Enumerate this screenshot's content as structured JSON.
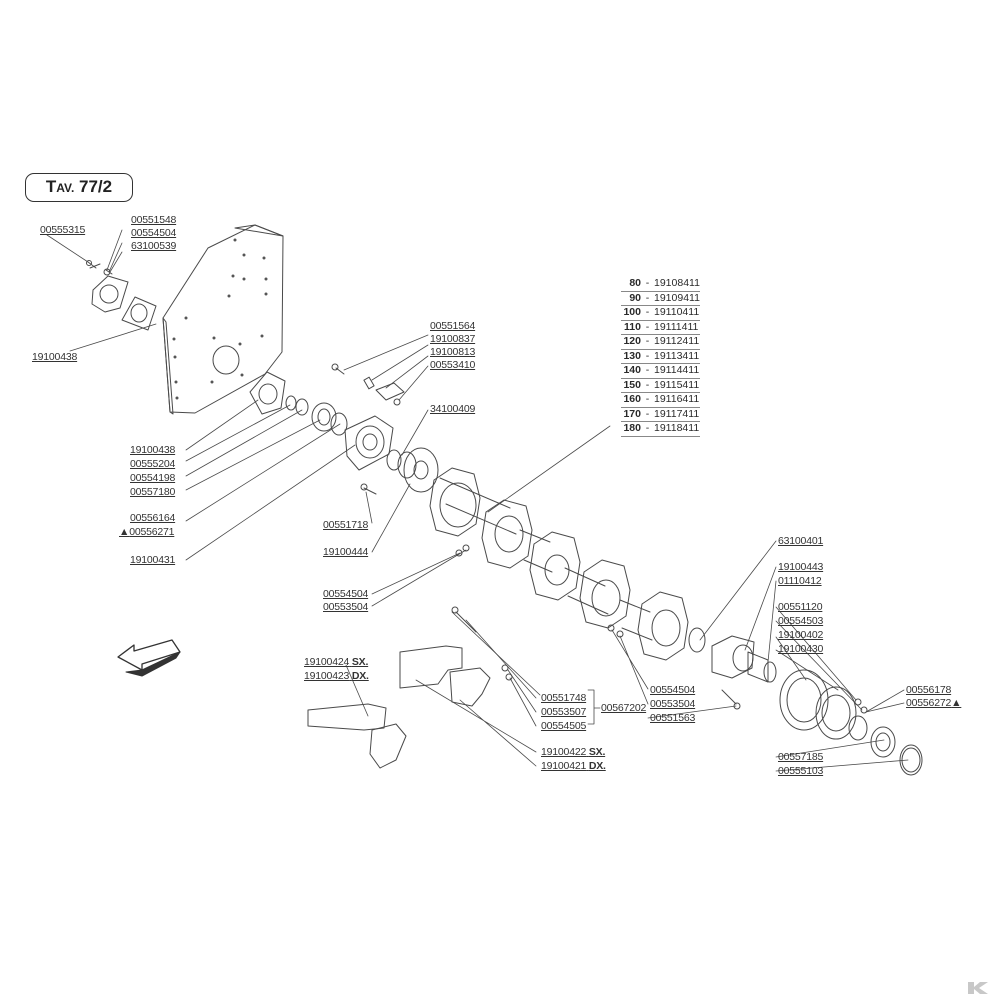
{
  "title": {
    "prefix": "T",
    "small": "AV.",
    "number": "77/2"
  },
  "left_labels": {
    "a": "00555315",
    "b1": "00551548",
    "b2": "00554504",
    "b3": "63100539",
    "plate": "19100438",
    "c1": "19100438",
    "c2": "00555204",
    "c3": "00554198",
    "c4": "00557180",
    "c5": "00556164",
    "c6": "00556271",
    "c7": "19100431"
  },
  "top_mid_labels": [
    "00551564",
    "19100837",
    "19100813",
    "00553410"
  ],
  "flange_label": "34100409",
  "mid_labels": {
    "bolt": "00551718",
    "flange": "19100444",
    "nut1": "00554504",
    "nut2": "00553504"
  },
  "shaft_sizes": [
    {
      "len": "80",
      "code": "19108411"
    },
    {
      "len": "90",
      "code": "19109411"
    },
    {
      "len": "100",
      "code": "19110411"
    },
    {
      "len": "110",
      "code": "19111411"
    },
    {
      "len": "120",
      "code": "19112411"
    },
    {
      "len": "130",
      "code": "19113411"
    },
    {
      "len": "140",
      "code": "19114411"
    },
    {
      "len": "150",
      "code": "19115411"
    },
    {
      "len": "160",
      "code": "19116411"
    },
    {
      "len": "170",
      "code": "19117411"
    },
    {
      "len": "180",
      "code": "19118411"
    }
  ],
  "right_labels": {
    "r1": "63100401",
    "r2": "19100443",
    "r3": "01110412",
    "r4": "00551120",
    "r5": "00554503",
    "r6": "19100402",
    "r7": "19100430",
    "r8": "00556178",
    "r9": "00556272",
    "r10": "00557185",
    "r11": "00555103"
  },
  "lower_mid_labels": {
    "n1": "00554504",
    "n2": "00553504",
    "n3": "00551563"
  },
  "blade_labels": {
    "l1": "19100424",
    "l1s": "SX.",
    "l2": "19100423",
    "l2s": "DX.",
    "b1": "00551748",
    "b2": "00553507",
    "b3": "00554505",
    "group": "00567202",
    "r1": "19100422",
    "r1s": "SX.",
    "r2": "19100421",
    "r2s": "DX."
  },
  "triangle": "▲",
  "arrow_icon": "direction-arrow",
  "logo_icon": "brand-k-logo",
  "colors": {
    "line": "#4a4a4a",
    "paper": "#ffffff"
  }
}
